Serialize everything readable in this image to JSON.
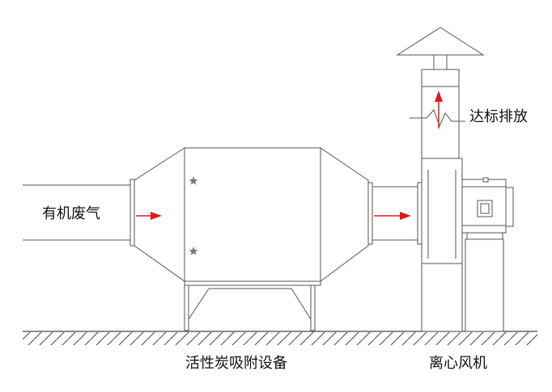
{
  "labels": {
    "inlet": "有机废气",
    "outlet": "达标排放",
    "adsorber": "活性炭吸附设备",
    "fan": "离心风机"
  },
  "colors": {
    "line": "#555555",
    "arrow": "#e0191f",
    "ground": "#444444"
  },
  "icons": {
    "flow": "red-arrow-icon",
    "bolt": "star-bolt-icon"
  }
}
